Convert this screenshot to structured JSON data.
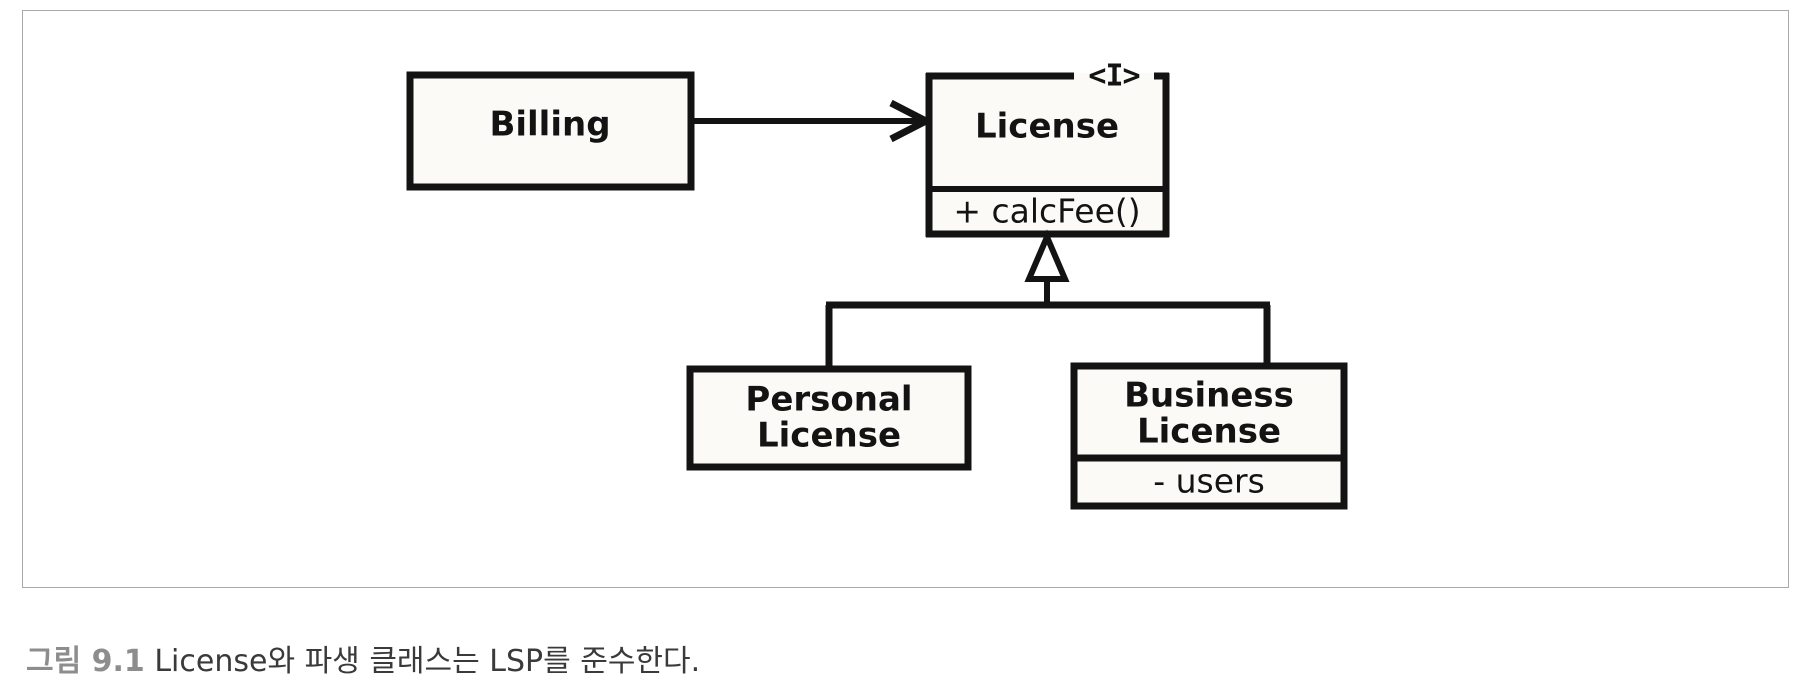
{
  "figure": {
    "caption_label": "그림 9.1",
    "caption_text": "License와 파생 클래스는 LSP를 준수한다.",
    "panel_border_color": "#a9a9ac",
    "stroke_color": "#131313",
    "box_fill_color": "#fbfaf7",
    "background_color": "#ffffff"
  },
  "diagram": {
    "type": "uml-class-diagram",
    "nodes": [
      {
        "id": "billing",
        "name": "Billing",
        "stereotype": "",
        "compartments": []
      },
      {
        "id": "license",
        "name": "License",
        "stereotype": "<I>",
        "compartments": [
          "+ calcFee()"
        ]
      },
      {
        "id": "personal-license",
        "name": "Personal\nLicense",
        "name_line1": "Personal",
        "name_line2": "License",
        "stereotype": "",
        "compartments": []
      },
      {
        "id": "business-license",
        "name": "Business\nLicense",
        "name_line1": "Business",
        "name_line2": "License",
        "stereotype": "",
        "compartments": [
          "- users"
        ]
      }
    ],
    "edges": [
      {
        "id": "billing-to-license",
        "from": "billing",
        "to": "license",
        "kind": "association-arrow"
      },
      {
        "id": "personal-to-license",
        "from": "personal-license",
        "to": "license",
        "kind": "generalization"
      },
      {
        "id": "business-to-license",
        "from": "business-license",
        "to": "license",
        "kind": "generalization"
      }
    ]
  }
}
